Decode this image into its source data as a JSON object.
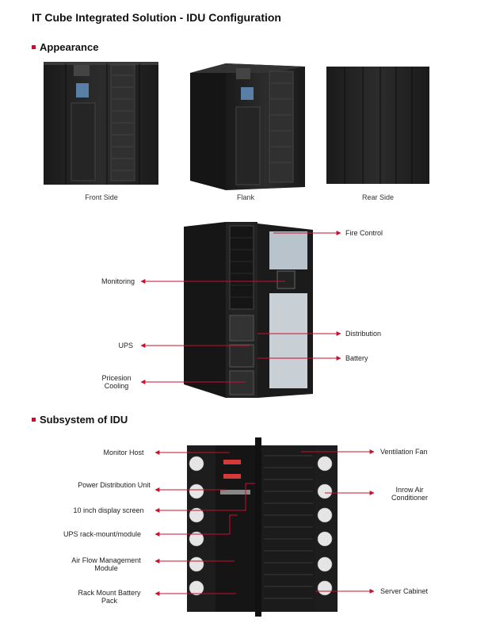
{
  "page": {
    "title": "IT Cube Integrated Solution - IDU Configuration",
    "accent": "#c8102e"
  },
  "appearance": {
    "heading": "Appearance",
    "views": [
      {
        "caption": "Front Side"
      },
      {
        "caption": "Flank"
      },
      {
        "caption": "Rear Side"
      }
    ]
  },
  "components": {
    "left": [
      {
        "label": "Monitoring"
      },
      {
        "label": "UPS"
      },
      {
        "label": "Pricesion Cooling"
      }
    ],
    "right": [
      {
        "label": "Fire Control"
      },
      {
        "label": "Distribution"
      },
      {
        "label": "Battery"
      }
    ]
  },
  "subsystem": {
    "heading": "Subsystem of IDU",
    "left": [
      {
        "label": "Monitor Host"
      },
      {
        "label": "Power Distribution Unit"
      },
      {
        "label": "10 inch display screen"
      },
      {
        "label": "UPS rack-mount/module"
      },
      {
        "label": "Air Flow Management Module"
      },
      {
        "label": "Rack Mount Battery Pack"
      }
    ],
    "right": [
      {
        "label": "Ventilation Fan"
      },
      {
        "label": "Inrow Air Conditioner"
      },
      {
        "label": "Server Cabinet"
      }
    ]
  }
}
